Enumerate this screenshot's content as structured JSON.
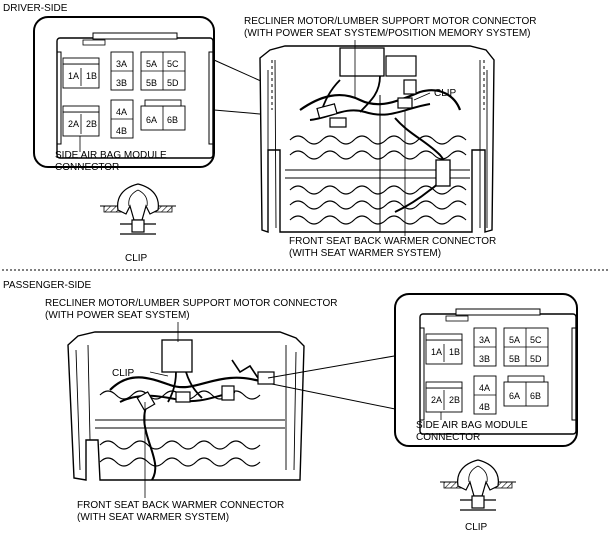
{
  "driver": {
    "section_title": "DRIVER-SIDE",
    "recliner_label_1": "RECLINER MOTOR/LUMBER SUPPORT MOTOR CONNECTOR",
    "recliner_label_2": "(WITH POWER SEAT SYSTEM/POSITION MEMORY SYSTEM)",
    "clip_callout": "CLIP",
    "airbag_label_1": "SIDE AIR BAG MODULE",
    "airbag_label_2": "CONNECTOR",
    "clip_label": "CLIP",
    "warmer_label_1": "FRONT SEAT BACK WARMER CONNECTOR",
    "warmer_label_2": "(WITH SEAT WARMER SYSTEM)",
    "pins": [
      "1A",
      "1B",
      "2A",
      "2B",
      "3A",
      "3B",
      "4A",
      "4B",
      "5A",
      "5C",
      "5B",
      "5D",
      "6A",
      "6B"
    ]
  },
  "passenger": {
    "section_title": "PASSENGER-SIDE",
    "recliner_label_1": "RECLINER MOTOR/LUMBER SUPPORT MOTOR CONNECTOR",
    "recliner_label_2": "(WITH POWER SEAT SYSTEM)",
    "clip_callout": "CLIP",
    "airbag_label_1": "SIDE AIR BAG MODULE",
    "airbag_label_2": "CONNECTOR",
    "clip_label": "CLIP",
    "warmer_label_1": "FRONT SEAT BACK WARMER CONNECTOR",
    "warmer_label_2": "(WITH SEAT WARMER SYSTEM)",
    "pins": [
      "1A",
      "1B",
      "2A",
      "2B",
      "3A",
      "3B",
      "4A",
      "4B",
      "5A",
      "5C",
      "5B",
      "5D",
      "6A",
      "6B"
    ]
  }
}
